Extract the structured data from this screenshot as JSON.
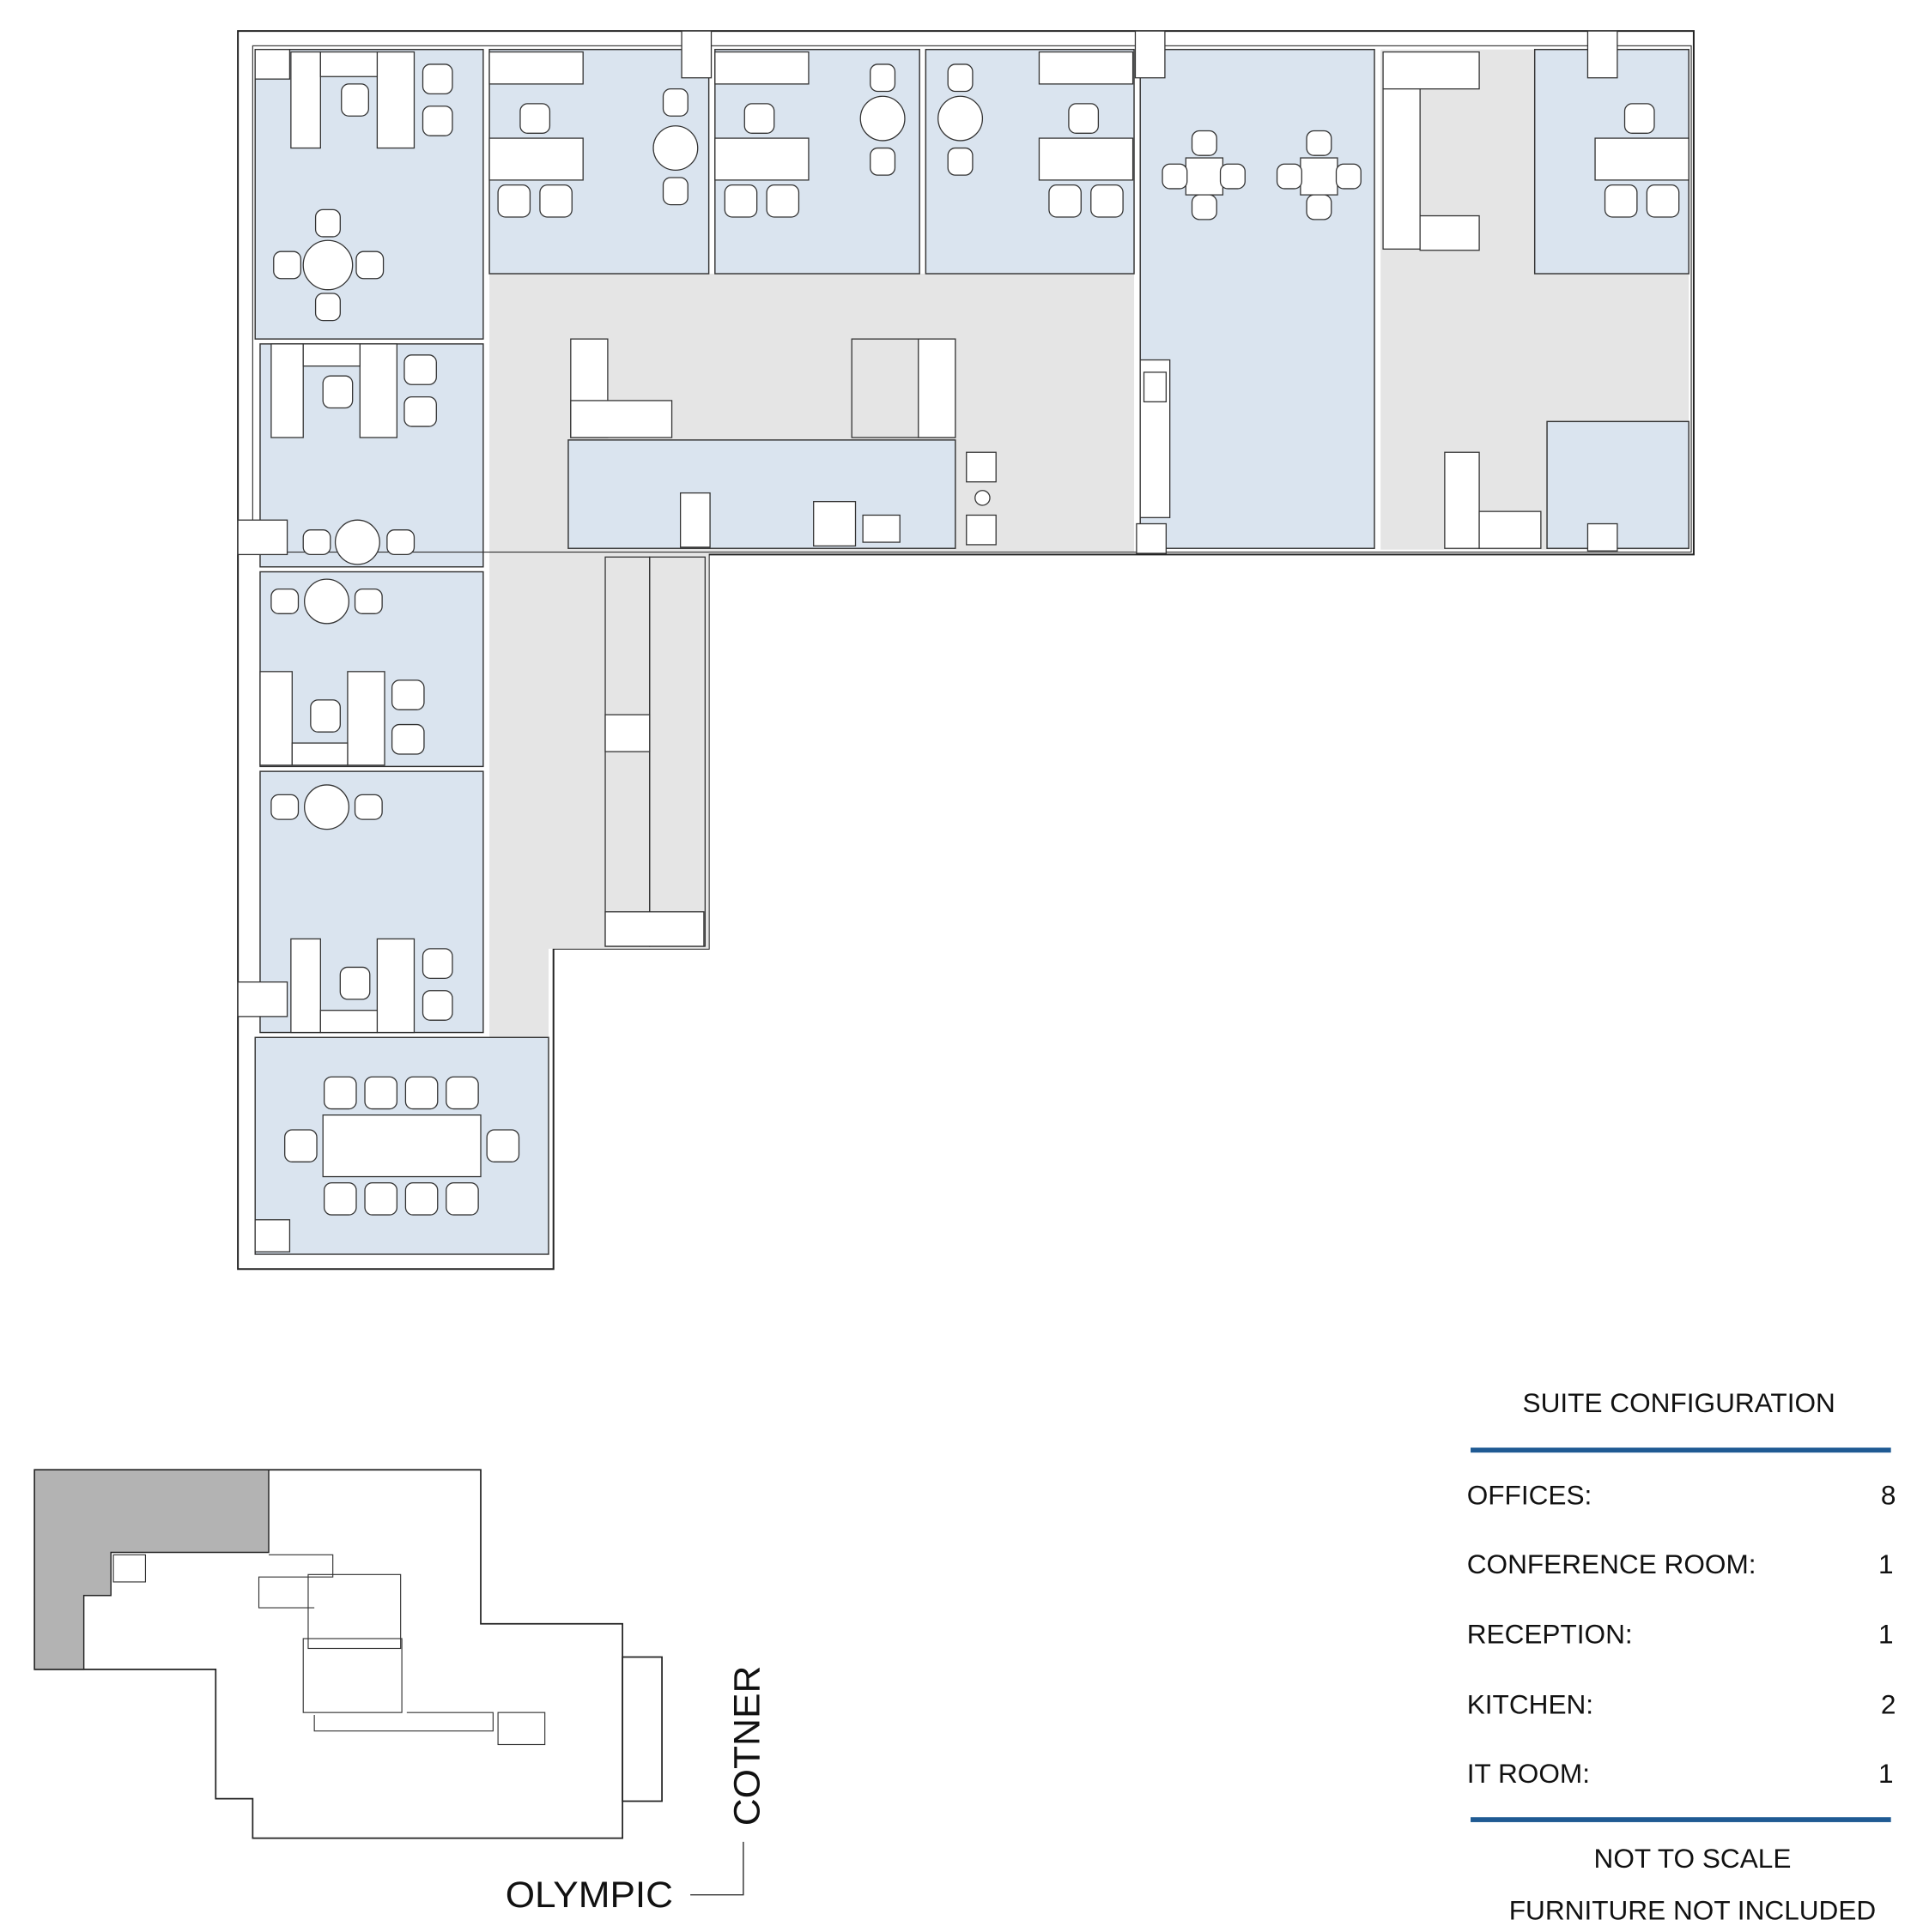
{
  "suite_configuration": {
    "title": "SUITE CONFIGURATION",
    "rows": [
      {
        "label": "OFFICES:",
        "value": "8"
      },
      {
        "label": "CONFERENCE ROOM:",
        "value": "1"
      },
      {
        "label": "RECEPTION:",
        "value": "1"
      },
      {
        "label": "KITCHEN:",
        "value": "2"
      },
      {
        "label": "IT ROOM:",
        "value": "1"
      }
    ],
    "note_scale": "NOT TO SCALE",
    "note_furniture": "FURNITURE NOT INCLUDED",
    "rule_color": "#1f5a93"
  },
  "key_plan": {
    "street_south": "OLYMPIC",
    "street_east": "COTNER"
  },
  "colors": {
    "room_fill": "#dae4ef",
    "corridor_fill": "#e5e5e5",
    "suite_highlight": "#b3b3b3"
  }
}
